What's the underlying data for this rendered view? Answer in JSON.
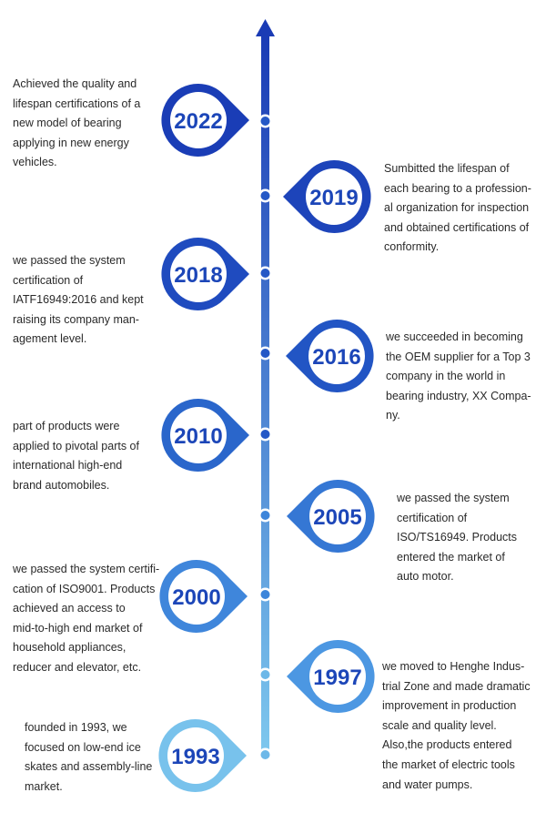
{
  "timeline": {
    "colors": {
      "top": "#1a3bb5",
      "bottom": "#7ec8ee"
    },
    "events": [
      {
        "year": "2022",
        "side": "left",
        "color": "#1a3db6",
        "lines": [
          "Achieved the quality and",
          "lifespan certifications of a",
          "new model of bearing",
          "applying in new energy",
          "vehicles."
        ]
      },
      {
        "year": "2019",
        "side": "right",
        "color": "#1d44ba",
        "lines": [
          "Sumbitted the lifespan of",
          "each bearing to a profession-",
          "al organization for inspection",
          "and obtained certifications of",
          "conformity."
        ]
      },
      {
        "year": "2018",
        "side": "left",
        "color": "#1f4bbf",
        "lines": [
          "we passed the system",
          "certification of",
          "IATF16949:2016 and kept",
          "raising its company man-",
          "agement level."
        ]
      },
      {
        "year": "2016",
        "side": "right",
        "color": "#2255c4",
        "lines": [
          "we succeeded in becoming",
          "the OEM supplier for a Top 3",
          "company in the world in",
          "bearing industry, XX Compa-",
          "ny."
        ]
      },
      {
        "year": "2010",
        "side": "left",
        "color": "#2a66cb",
        "lines": [
          "part of products were",
          "applied to pivotal parts of",
          "international high-end",
          "brand automobiles."
        ]
      },
      {
        "year": "2005",
        "side": "right",
        "color": "#3577d4",
        "lines": [
          "we passed the system",
          "certification of",
          "ISO/TS16949. Products",
          "entered the market of",
          "auto motor."
        ]
      },
      {
        "year": "2000",
        "side": "left",
        "color": "#3f86db",
        "lines": [
          "we passed the system certifi-",
          "cation of ISO9001. Products",
          "achieved an access to",
          "mid-to-high end market of",
          "household appliances,",
          "reducer and elevator, etc."
        ]
      },
      {
        "year": "1997",
        "side": "right",
        "color": "#4c97e2",
        "lines": [
          "we moved to Henghe Indus-",
          "trial Zone and made dramatic",
          "improvement in production",
          "scale and quality level.",
          "Also,the products entered",
          "the market of electric tools",
          "and water pumps."
        ]
      },
      {
        "year": "1993",
        "side": "left",
        "color": "#78c2ec",
        "lines": [
          "founded in 1993, we",
          "focused on low-end ice",
          "skates and assembly-line",
          "market."
        ]
      }
    ]
  }
}
